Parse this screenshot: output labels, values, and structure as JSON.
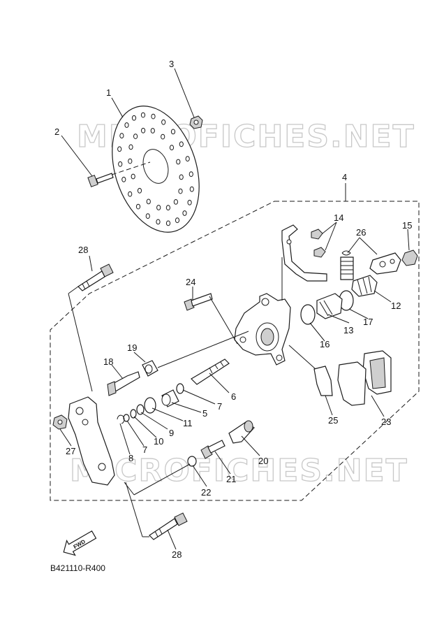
{
  "diagram_code": "B421110-R400",
  "watermark": "MICROFICHES.NET",
  "fwd_label": "FWD",
  "callouts": [
    {
      "id": "c1",
      "label": "1"
    },
    {
      "id": "c2",
      "label": "2"
    },
    {
      "id": "c3",
      "label": "3"
    },
    {
      "id": "c4",
      "label": "4"
    },
    {
      "id": "c5",
      "label": "5"
    },
    {
      "id": "c6",
      "label": "6"
    },
    {
      "id": "c7a",
      "label": "7"
    },
    {
      "id": "c7b",
      "label": "7"
    },
    {
      "id": "c8",
      "label": "8"
    },
    {
      "id": "c9",
      "label": "9"
    },
    {
      "id": "c10",
      "label": "10"
    },
    {
      "id": "c11",
      "label": "11"
    },
    {
      "id": "c12",
      "label": "12"
    },
    {
      "id": "c13",
      "label": "13"
    },
    {
      "id": "c14",
      "label": "14"
    },
    {
      "id": "c15",
      "label": "15"
    },
    {
      "id": "c16",
      "label": "16"
    },
    {
      "id": "c17",
      "label": "17"
    },
    {
      "id": "c18",
      "label": "18"
    },
    {
      "id": "c19",
      "label": "19"
    },
    {
      "id": "c20",
      "label": "20"
    },
    {
      "id": "c21",
      "label": "21"
    },
    {
      "id": "c22",
      "label": "22"
    },
    {
      "id": "c23",
      "label": "23"
    },
    {
      "id": "c24",
      "label": "24"
    },
    {
      "id": "c25",
      "label": "25"
    },
    {
      "id": "c26",
      "label": "26"
    },
    {
      "id": "c27",
      "label": "27"
    },
    {
      "id": "c28a",
      "label": "28"
    },
    {
      "id": "c28b",
      "label": "28"
    }
  ]
}
